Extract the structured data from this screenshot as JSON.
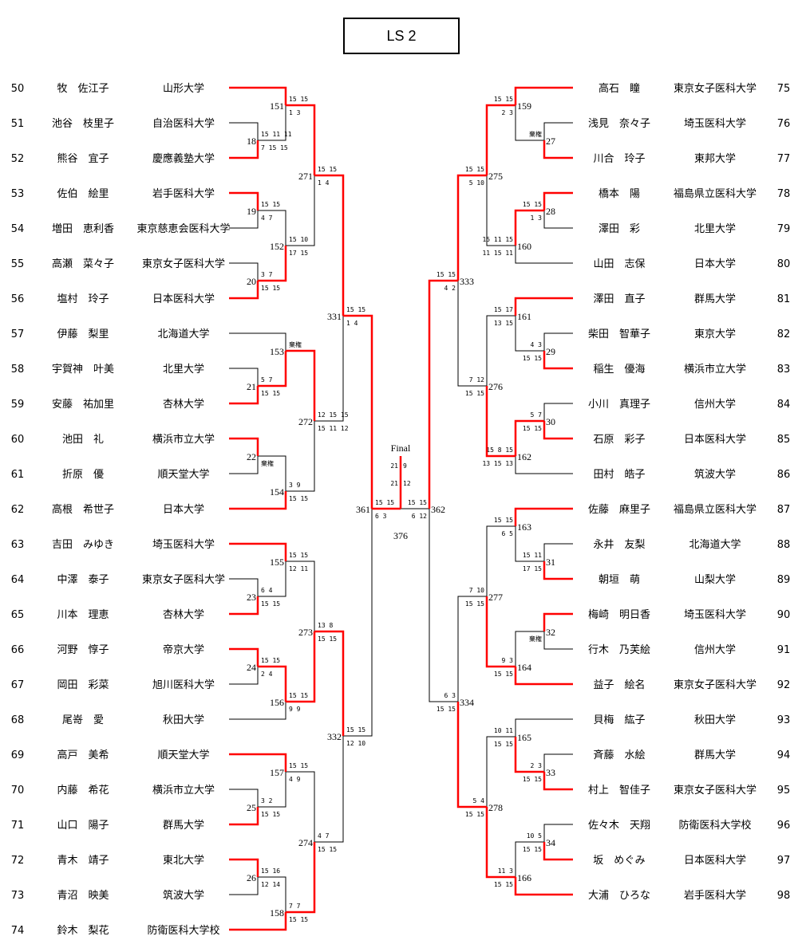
{
  "title": "LS 2",
  "players_left": [
    {
      "no": "50",
      "name": "牧　佐江子",
      "school": "山形大学"
    },
    {
      "no": "51",
      "name": "池谷　枝里子",
      "school": "自治医科大学"
    },
    {
      "no": "52",
      "name": "熊谷　宜子",
      "school": "慶應義塾大学"
    },
    {
      "no": "53",
      "name": "佐伯　絵里",
      "school": "岩手医科大学"
    },
    {
      "no": "54",
      "name": "増田　恵利香",
      "school": "東京慈恵会医科大学"
    },
    {
      "no": "55",
      "name": "高瀬　菜々子",
      "school": "東京女子医科大学"
    },
    {
      "no": "56",
      "name": "塩村　玲子",
      "school": "日本医科大学"
    },
    {
      "no": "57",
      "name": "伊藤　梨里",
      "school": "北海道大学"
    },
    {
      "no": "58",
      "name": "宇賀神　叶美",
      "school": "北里大学"
    },
    {
      "no": "59",
      "name": "安藤　祐加里",
      "school": "杏林大学"
    },
    {
      "no": "60",
      "name": "池田　礼",
      "school": "横浜市立大学"
    },
    {
      "no": "61",
      "name": "折原　優",
      "school": "順天堂大学"
    },
    {
      "no": "62",
      "name": "高根　希世子",
      "school": "日本大学"
    },
    {
      "no": "63",
      "name": "吉田　みゆき",
      "school": "埼玉医科大学"
    },
    {
      "no": "64",
      "name": "中澤　泰子",
      "school": "東京女子医科大学"
    },
    {
      "no": "65",
      "name": "川本　理恵",
      "school": "杏林大学"
    },
    {
      "no": "66",
      "name": "河野　惇子",
      "school": "帝京大学"
    },
    {
      "no": "67",
      "name": "岡田　彩菜",
      "school": "旭川医科大学"
    },
    {
      "no": "68",
      "name": "尾嵜　愛",
      "school": "秋田大学"
    },
    {
      "no": "69",
      "name": "高戸　美希",
      "school": "順天堂大学"
    },
    {
      "no": "70",
      "name": "内藤　希花",
      "school": "横浜市立大学"
    },
    {
      "no": "71",
      "name": "山口　陽子",
      "school": "群馬大学"
    },
    {
      "no": "72",
      "name": "青木　靖子",
      "school": "東北大学"
    },
    {
      "no": "73",
      "name": "青沼　映美",
      "school": "筑波大学"
    },
    {
      "no": "74",
      "name": "鈴木　梨花",
      "school": "防衛医科大学校"
    }
  ],
  "players_right": [
    {
      "no": "75",
      "name": "高石　瞳",
      "school": "東京女子医科大学"
    },
    {
      "no": "76",
      "name": "浅見　奈々子",
      "school": "埼玉医科大学"
    },
    {
      "no": "77",
      "name": "川合　玲子",
      "school": "東邦大学"
    },
    {
      "no": "78",
      "name": "橋本　陽",
      "school": "福島県立医科大学"
    },
    {
      "no": "79",
      "name": "澤田　彩",
      "school": "北里大学"
    },
    {
      "no": "80",
      "name": "山田　志保",
      "school": "日本大学"
    },
    {
      "no": "81",
      "name": "澤田　直子",
      "school": "群馬大学"
    },
    {
      "no": "82",
      "name": "柴田　智華子",
      "school": "東京大学"
    },
    {
      "no": "83",
      "name": "稲生　優海",
      "school": "横浜市立大学"
    },
    {
      "no": "84",
      "name": "小川　真理子",
      "school": "信州大学"
    },
    {
      "no": "85",
      "name": "石原　彩子",
      "school": "日本医科大学"
    },
    {
      "no": "86",
      "name": "田村　皓子",
      "school": "筑波大学"
    },
    {
      "no": "87",
      "name": "佐藤　麻里子",
      "school": "福島県立医科大学"
    },
    {
      "no": "88",
      "name": "永井　友梨",
      "school": "北海道大学"
    },
    {
      "no": "89",
      "name": "朝垣　萌",
      "school": "山梨大学"
    },
    {
      "no": "90",
      "name": "梅崎　明日香",
      "school": "埼玉医科大学"
    },
    {
      "no": "91",
      "name": "行木　乃芙絵",
      "school": "信州大学"
    },
    {
      "no": "92",
      "name": "益子　絵名",
      "school": "東京女子医科大学"
    },
    {
      "no": "93",
      "name": "貝梅　紘子",
      "school": "秋田大学"
    },
    {
      "no": "94",
      "name": "斉藤　水絵",
      "school": "群馬大学"
    },
    {
      "no": "95",
      "name": "村上　智佳子",
      "school": "東京女子医科大学"
    },
    {
      "no": "96",
      "name": "佐々木　天翔",
      "school": "防衛医科大学校"
    },
    {
      "no": "97",
      "name": "坂　めぐみ",
      "school": "日本医科大学"
    },
    {
      "no": "98",
      "name": "大浦　ひろな",
      "school": "岩手医科大学"
    }
  ],
  "matches": {
    "18": {
      "winner": "bottom",
      "top": "15 11 11",
      "bottom": "7 15 15"
    },
    "19": {
      "winner": "top",
      "top": "15 15",
      "bottom": "4 7"
    },
    "20": {
      "winner": "bottom",
      "top": "3 7",
      "bottom": "15 15"
    },
    "151": {
      "winner": "top",
      "top": "15 15",
      "bottom": "1 3"
    },
    "152": {
      "winner": "bottom",
      "top": "15 10",
      "bottom": "17 15"
    },
    "271": {
      "winner": "top",
      "top": "15 15",
      "bottom": "1 4"
    },
    "21": {
      "winner": "bottom",
      "top": "5 7",
      "bottom": "15 15"
    },
    "153": {
      "winner": "bottom",
      "top": "棄権",
      "bottom": ""
    },
    "22": {
      "winner": "top",
      "top": "",
      "bottom": "棄権"
    },
    "154": {
      "winner": "bottom",
      "top": "3 9",
      "bottom": "15 15"
    },
    "272": {
      "winner": "top",
      "top": "12 15 15",
      "bottom": "15 11 12"
    },
    "331": {
      "winner": "top",
      "top": "15 15",
      "bottom": "1 4"
    },
    "23": {
      "winner": "bottom",
      "top": "6 4",
      "bottom": "15 15"
    },
    "155": {
      "winner": "top",
      "top": "15 15",
      "bottom": "12 11"
    },
    "24": {
      "winner": "top",
      "top": "15 15",
      "bottom": "2 4"
    },
    "156": {
      "winner": "top",
      "top": "15 15",
      "bottom": "9 9"
    },
    "273": {
      "winner": "bottom",
      "top": "13 8",
      "bottom": "15 15"
    },
    "25": {
      "winner": "bottom",
      "top": "3 2",
      "bottom": "15 15"
    },
    "157": {
      "winner": "top",
      "top": "15 15",
      "bottom": "4 9"
    },
    "26": {
      "winner": "top",
      "top": "15 16",
      "bottom": "12 14"
    },
    "158": {
      "winner": "bottom",
      "top": "7 7",
      "bottom": "15 15"
    },
    "274": {
      "winner": "bottom",
      "top": "4 7",
      "bottom": "15 15"
    },
    "332": {
      "winner": "top",
      "top": "15 15",
      "bottom": "12 10"
    },
    "361": {
      "winner": "top",
      "top": "15 15",
      "bottom": "6 3"
    },
    "27": {
      "winner": "bottom",
      "top": "棄権",
      "bottom": ""
    },
    "159": {
      "winner": "top",
      "top": "15 15",
      "bottom": "2 3"
    },
    "28": {
      "winner": "top",
      "top": "15 15",
      "bottom": "1 3"
    },
    "160": {
      "winner": "top",
      "top": "15 11 15",
      "bottom": "11 15 11"
    },
    "275": {
      "winner": "top",
      "top": "15 15",
      "bottom": "5 10"
    },
    "29": {
      "winner": "bottom",
      "top": "4 3",
      "bottom": "15 15"
    },
    "161": {
      "winner": "top",
      "top": "15 17",
      "bottom": "13 15"
    },
    "30": {
      "winner": "bottom",
      "top": "5 7",
      "bottom": "15 15"
    },
    "162": {
      "winner": "top",
      "top": "15 8 15",
      "bottom": "13 15 13"
    },
    "276": {
      "winner": "bottom",
      "top": "7 12",
      "bottom": "15 15"
    },
    "333": {
      "winner": "top",
      "top": "15 15",
      "bottom": "4 2"
    },
    "31": {
      "winner": "bottom",
      "top": "15 11",
      "bottom": "17 15"
    },
    "163": {
      "winner": "top",
      "top": "15 15",
      "bottom": "6 5"
    },
    "32": {
      "winner": "top",
      "top": "",
      "bottom": "棄権"
    },
    "164": {
      "winner": "bottom",
      "top": "9 3",
      "bottom": "15 15"
    },
    "277": {
      "winner": "bottom",
      "top": "7 10",
      "bottom": "15 15"
    },
    "33": {
      "winner": "bottom",
      "top": "2 3",
      "bottom": "15 15"
    },
    "165": {
      "winner": "bottom",
      "top": "10 11",
      "bottom": "15 15"
    },
    "34": {
      "winner": "bottom",
      "top": "10 5",
      "bottom": "15 15"
    },
    "166": {
      "winner": "bottom",
      "top": "11 3",
      "bottom": "15 15"
    },
    "278": {
      "winner": "bottom",
      "top": "5 4",
      "bottom": "15 15"
    },
    "334": {
      "winner": "bottom",
      "top": "6 3",
      "bottom": "15 15"
    },
    "362": {
      "winner": "top",
      "top": "15 15",
      "bottom": "6 12"
    }
  },
  "final": {
    "label": "Final",
    "match_no": "376",
    "score_1": "21 9",
    "score_2": "21 12",
    "winner": "left"
  },
  "colors": {
    "winner_line": "#ff0000",
    "line": "#000000"
  }
}
